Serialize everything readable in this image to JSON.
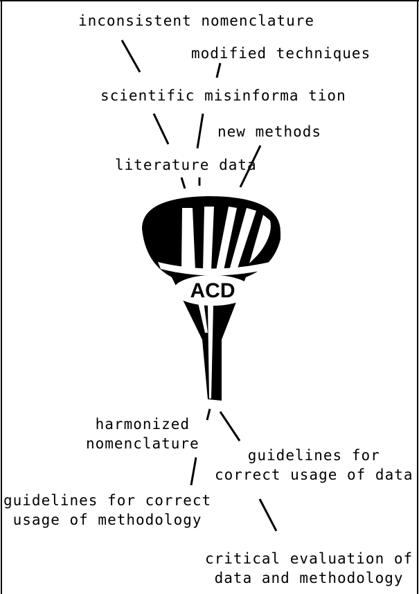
{
  "inputs": {
    "inconsistent_nomenclature": "inconsistent nomenclature",
    "modified_techniques": "modified techniques",
    "scientific_misinformation": "scientific misinforma tion",
    "new_methods": "new methods",
    "literature_data": "literature data"
  },
  "funnel": {
    "label": "ACD"
  },
  "outputs": {
    "harmonized_line1": "harmonized",
    "harmonized_line2": "nomenclature",
    "guidelines_data_line1": "guidelines for",
    "guidelines_data_line2": "correct usage of data",
    "guidelines_method_line1": "guidelines for correct",
    "guidelines_method_line2": "usage of methodology",
    "critical_line1": "critical evaluation of",
    "critical_line2": "data and methodology"
  },
  "colors": {
    "ink": "#000000",
    "paper": "#ffffff"
  }
}
